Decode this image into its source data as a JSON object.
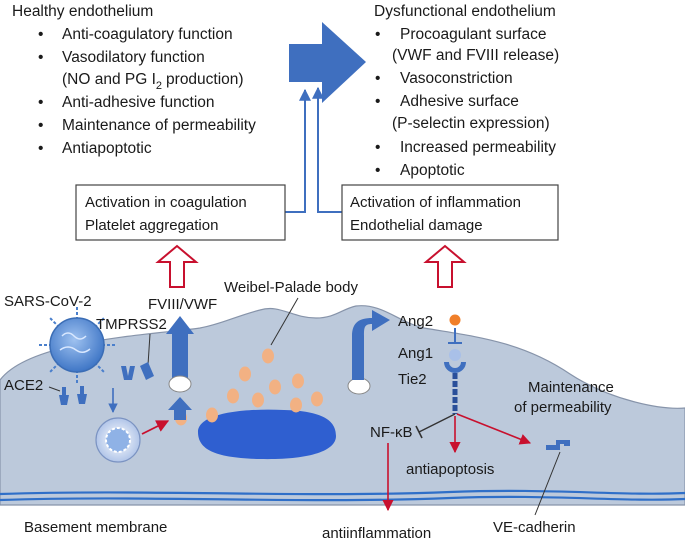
{
  "healthy": {
    "title": "Healthy endothelium",
    "items": [
      {
        "bullet": "•",
        "text": "Anti-coagulatory function"
      },
      {
        "bullet": "•",
        "text": "Vasodilatory function"
      },
      {
        "bullet": "",
        "text": "(NO and PG I"
      },
      {
        "bullet": "•",
        "text": "Anti-adhesive function"
      },
      {
        "bullet": "•",
        "text": "Maintenance of permeability"
      },
      {
        "bullet": "•",
        "text": "Antiapoptotic"
      }
    ],
    "pgi_subscript": "2",
    "pgi_suffix": "production)"
  },
  "dysfunctional": {
    "title": "Dysfunctional endothelium",
    "items": [
      {
        "bullet": "•",
        "text": "Procoagulant surface"
      },
      {
        "bullet": "",
        "text": "(VWF and FVIII release)"
      },
      {
        "bullet": "•",
        "text": "Vasoconstriction"
      },
      {
        "bullet": "•",
        "text": "Adhesive surface"
      },
      {
        "bullet": "",
        "text": "(P-selectin expression)"
      },
      {
        "bullet": "•",
        "text": "Increased permeability"
      },
      {
        "bullet": "•",
        "text": "Apoptotic"
      }
    ]
  },
  "boxes": {
    "left": [
      "Activation in coagulation",
      "Platelet aggregation"
    ],
    "right": [
      "Activation of inflammation",
      "Endothelial damage"
    ]
  },
  "labels": {
    "weibel": "Weibel-Palade body",
    "sars": "SARS-CoV-2",
    "tmprss2": "TMPRSS2",
    "fviii": "FVIII/VWF",
    "ace2": "ACE2",
    "ang2": "Ang2",
    "ang1": "Ang1",
    "tie2": "Tie2",
    "maint1": "Maintenance",
    "maint2": "of permeability",
    "nfkb": "NF-κB",
    "antiapoptosis": "antiapoptosis",
    "basement": "Basement membrane",
    "antiinflammation": "antiinflammation",
    "vecadherin": "VE-cadherin"
  },
  "colors": {
    "cell": "#bcc9db",
    "cell_stroke": "#8794aa",
    "arrow_blue": "#3f6fbf",
    "nucleus": "#2f5fd0",
    "granule": "#f2b183",
    "red": "#c8102e",
    "virus": "#5b8fd6",
    "ang2_dot": "#f07f2a",
    "ang1_dot": "#a9c0e8"
  }
}
